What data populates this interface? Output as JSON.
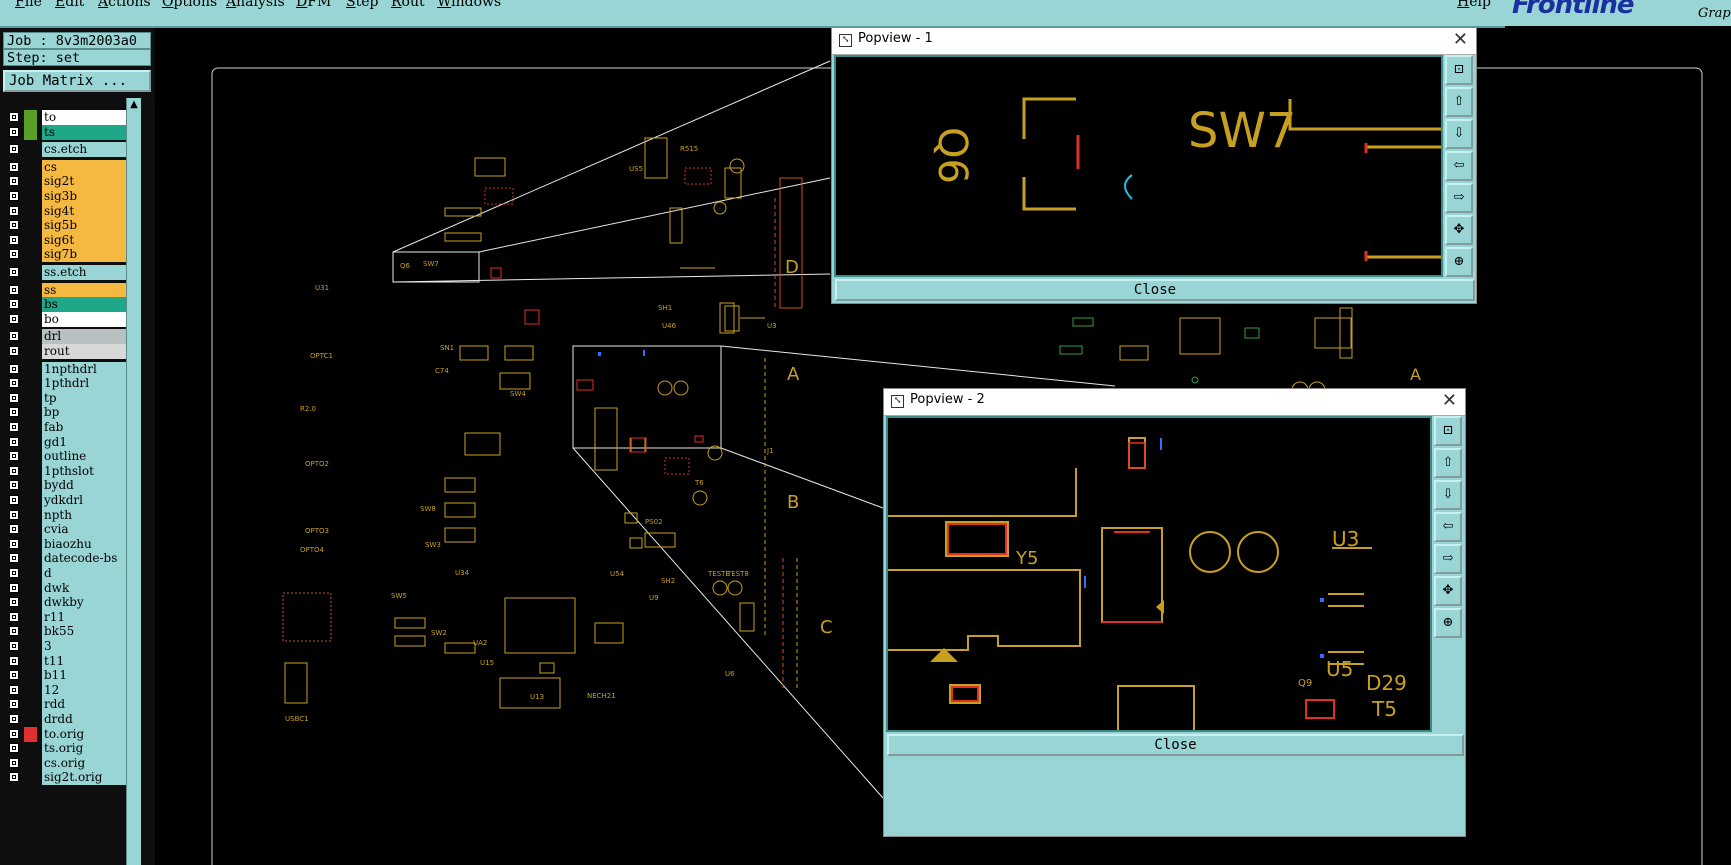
{
  "menubar": {
    "menus": [
      "File",
      "Edit",
      "Actions",
      "Options",
      "Analysis",
      "DFM",
      "Step",
      "Rout",
      "Windows"
    ],
    "help": "Help",
    "logo": "Frontline",
    "logo_sub": "Grap"
  },
  "job": {
    "job_line": "Job : 8v3m2003a0",
    "step_line": "Step: set",
    "matrix_button": "Job Matrix ..."
  },
  "layers": [
    {
      "name": "to",
      "color": "#ffffff",
      "sw": "#5aa028"
    },
    {
      "name": "ts",
      "color": "#1fa888",
      "sw": "#5aa028"
    },
    {
      "name": "cs.etch",
      "color": "#99d5d5",
      "sw": ""
    },
    {
      "name": "cs",
      "color": "#f5b840",
      "sw": ""
    },
    {
      "name": "sig2t",
      "color": "#f5b840",
      "sw": ""
    },
    {
      "name": "sig3b",
      "color": "#f5b840",
      "sw": ""
    },
    {
      "name": "sig4t",
      "color": "#f5b840",
      "sw": ""
    },
    {
      "name": "sig5b",
      "color": "#f5b840",
      "sw": ""
    },
    {
      "name": "sig6t",
      "color": "#f5b840",
      "sw": ""
    },
    {
      "name": "sig7b",
      "color": "#f5b840",
      "sw": ""
    },
    {
      "name": "ss.etch",
      "color": "#99d5d5",
      "sw": ""
    },
    {
      "name": "ss",
      "color": "#f5b840",
      "sw": ""
    },
    {
      "name": "bs",
      "color": "#1fa888",
      "sw": ""
    },
    {
      "name": "bo",
      "color": "#ffffff",
      "sw": ""
    },
    {
      "name": "drl",
      "color": "#b8c0c0",
      "sw": ""
    },
    {
      "name": "rout",
      "color": "#d8d8d8",
      "sw": ""
    },
    {
      "name": "1npthdrl",
      "color": "#99d5d5",
      "sw": ""
    },
    {
      "name": "1pthdrl",
      "color": "#99d5d5",
      "sw": ""
    },
    {
      "name": "tp",
      "color": "#99d5d5",
      "sw": ""
    },
    {
      "name": "bp",
      "color": "#99d5d5",
      "sw": ""
    },
    {
      "name": "fab",
      "color": "#99d5d5",
      "sw": ""
    },
    {
      "name": "gd1",
      "color": "#99d5d5",
      "sw": ""
    },
    {
      "name": "outline",
      "color": "#99d5d5",
      "sw": ""
    },
    {
      "name": "1pthslot",
      "color": "#99d5d5",
      "sw": ""
    },
    {
      "name": "bydd",
      "color": "#99d5d5",
      "sw": ""
    },
    {
      "name": "ydkdrl",
      "color": "#99d5d5",
      "sw": ""
    },
    {
      "name": "npth",
      "color": "#99d5d5",
      "sw": ""
    },
    {
      "name": "cvia",
      "color": "#99d5d5",
      "sw": ""
    },
    {
      "name": "biaozhu",
      "color": "#99d5d5",
      "sw": ""
    },
    {
      "name": "datecode-bs",
      "color": "#99d5d5",
      "sw": ""
    },
    {
      "name": "d",
      "color": "#99d5d5",
      "sw": ""
    },
    {
      "name": "dwk",
      "color": "#99d5d5",
      "sw": ""
    },
    {
      "name": "dwkby",
      "color": "#99d5d5",
      "sw": ""
    },
    {
      "name": "r11",
      "color": "#99d5d5",
      "sw": ""
    },
    {
      "name": "bk55",
      "color": "#99d5d5",
      "sw": ""
    },
    {
      "name": "3",
      "color": "#99d5d5",
      "sw": ""
    },
    {
      "name": "t11",
      "color": "#99d5d5",
      "sw": ""
    },
    {
      "name": "b11",
      "color": "#99d5d5",
      "sw": ""
    },
    {
      "name": "12",
      "color": "#99d5d5",
      "sw": ""
    },
    {
      "name": "rdd",
      "color": "#99d5d5",
      "sw": ""
    },
    {
      "name": "drdd",
      "color": "#99d5d5",
      "sw": ""
    },
    {
      "name": "to.orig",
      "color": "#99d5d5",
      "sw": "#e03030"
    },
    {
      "name": "ts.orig",
      "color": "#99d5d5",
      "sw": ""
    },
    {
      "name": "cs.orig",
      "color": "#99d5d5",
      "sw": ""
    },
    {
      "name": "sig2t.orig",
      "color": "#99d5d5",
      "sw": ""
    }
  ],
  "popview1": {
    "title": "Popview - 1",
    "close": "Close"
  },
  "popview2": {
    "title": "Popview - 2",
    "close": "Close"
  },
  "board_labels": {
    "sw7": "SW7",
    "q6": "Q6",
    "y5": "Y5",
    "u3": "U3",
    "u5": "U5",
    "d29": "D29",
    "t5": "T5",
    "q9": "Q9",
    "a": "A",
    "b": "B",
    "c": "C",
    "d": "D",
    "optc1": "OPTC1",
    "u31": "U31"
  },
  "colors": {
    "board": "#c8a020",
    "pad_red": "#e03020",
    "outline": "#d0d0d0",
    "teal_ui": "#99d5d5"
  }
}
